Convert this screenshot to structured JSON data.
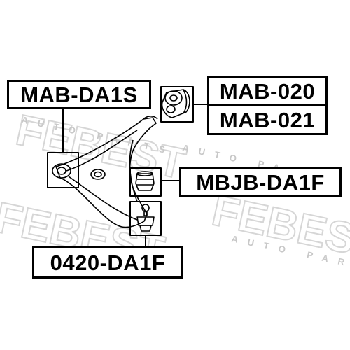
{
  "watermark": {
    "brand": "FEBEST",
    "tagline": "AUTO PARTS"
  },
  "labels": {
    "arm_bushing": "MAB-DA1S",
    "rear_bushing_a": "MAB-020",
    "rear_bushing_b": "MAB-021",
    "ball_joint_boot": "MBJB-DA1F",
    "ball_joint": "0420-DA1F"
  },
  "colors": {
    "line": "#000000",
    "watermark": "#d9d9d9"
  }
}
